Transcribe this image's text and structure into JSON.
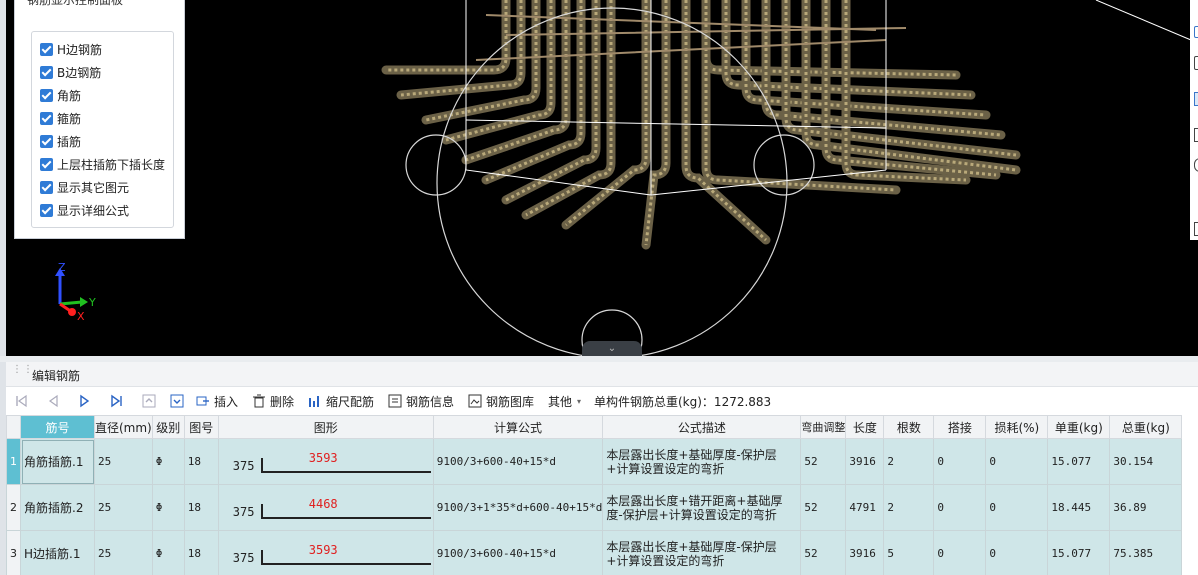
{
  "control_panel": {
    "title": "钢筋显示控制面板",
    "options": [
      {
        "label": "H边钢筋",
        "checked": true
      },
      {
        "label": "B边钢筋",
        "checked": true
      },
      {
        "label": "角筋",
        "checked": true
      },
      {
        "label": "箍筋",
        "checked": true
      },
      {
        "label": "插筋",
        "checked": true
      },
      {
        "label": "上层柱插筋下插长度",
        "checked": true
      },
      {
        "label": "显示其它图元",
        "checked": true
      },
      {
        "label": "显示详细公式",
        "checked": true
      }
    ]
  },
  "axis": {
    "z": "Z",
    "y": "Y",
    "x": "X"
  },
  "colors": {
    "accent": "#5ebfd2",
    "row_bg": "#cfe6e8",
    "checkbox": "#2f7bd6",
    "shape_value": "#e02020"
  },
  "editor": {
    "title": "编辑钢筋",
    "toolbar": {
      "insert": "插入",
      "delete": "删除",
      "scale": "缩尺配筋",
      "rebar_info": "钢筋信息",
      "rebar_lib": "钢筋图库",
      "other": "其他",
      "total_weight_label": "单构件钢筋总重(kg)：1272.883"
    },
    "columns": [
      "筋号",
      "直径(mm)",
      "级别",
      "图号",
      "图形",
      "计算公式",
      "公式描述",
      "弯曲调整",
      "长度",
      "根数",
      "搭接",
      "损耗(%)",
      "单重(kg)",
      "总重(kg)"
    ],
    "rows": [
      {
        "no": "1",
        "name": "角筋插筋.1",
        "diameter": "25",
        "grade": "Φ",
        "fig": "18",
        "shape_left": "375",
        "shape_value": "3593",
        "formula": "9100/3+600-40+15*d",
        "desc": "本层露出长度+基础厚度-保护层+计算设置设定的弯折",
        "bend": "52",
        "length": "3916",
        "count": "2",
        "lap": "0",
        "loss": "0",
        "unit_w": "15.077",
        "total_w": "30.154"
      },
      {
        "no": "2",
        "name": "角筋插筋.2",
        "diameter": "25",
        "grade": "Φ",
        "fig": "18",
        "shape_left": "375",
        "shape_value": "4468",
        "formula": "9100/3+1*35*d+600-40+15*d",
        "desc": "本层露出长度+错开距离+基础厚度-保护层+计算设置设定的弯折",
        "bend": "52",
        "length": "4791",
        "count": "2",
        "lap": "0",
        "loss": "0",
        "unit_w": "18.445",
        "total_w": "36.89"
      },
      {
        "no": "3",
        "name": "H边插筋.1",
        "diameter": "25",
        "grade": "Φ",
        "fig": "18",
        "shape_left": "375",
        "shape_value": "3593",
        "formula": "9100/3+600-40+15*d",
        "desc": "本层露出长度+基础厚度-保护层+计算设置设定的弯折",
        "bend": "52",
        "length": "3916",
        "count": "5",
        "lap": "0",
        "loss": "0",
        "unit_w": "15.077",
        "total_w": "75.385"
      }
    ]
  }
}
